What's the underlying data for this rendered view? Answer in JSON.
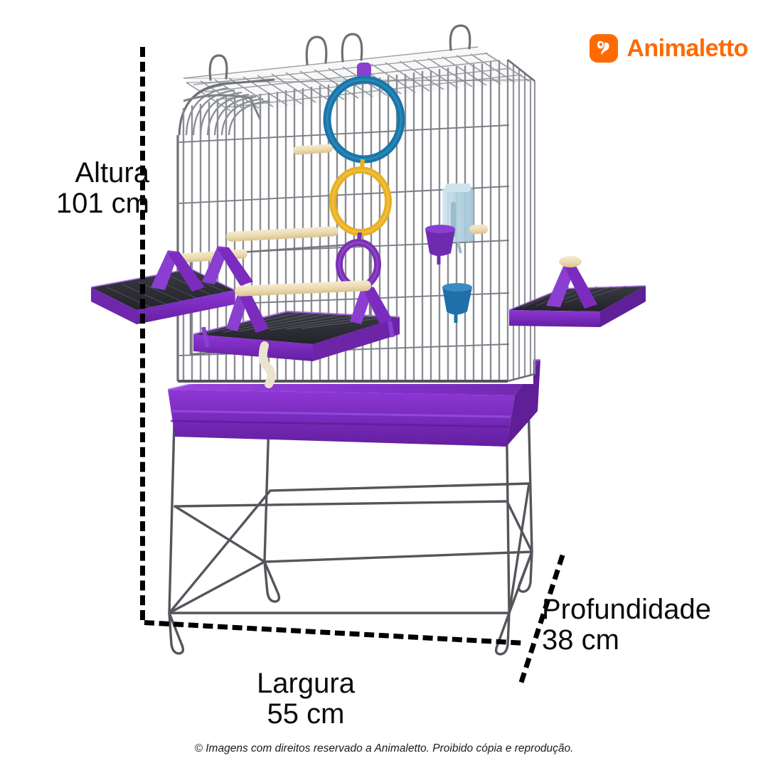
{
  "brand": {
    "name": "Animaletto",
    "mark_icon": "paw-icon",
    "color": "#ff6a00"
  },
  "dimensions": {
    "height": {
      "label": "Altura",
      "value": "101 cm"
    },
    "width": {
      "label": "Largura",
      "value": "55 cm"
    },
    "depth": {
      "label": "Profundidade",
      "value": "38 cm"
    }
  },
  "footer": {
    "text": "© Imagens com direitos reservado a Animaletto. Proibido cópia e reprodução."
  },
  "product": {
    "type": "bird-cage",
    "colors": {
      "wire": "#8a8d92",
      "wire_dark": "#5e6166",
      "tray_purple": "#7b2cbf",
      "accent_purple": "#8a3fd1",
      "grid_dark": "#2f2f36",
      "wood": "#efdcb4",
      "ring_blue": "#1a76a8",
      "ring_yellow": "#e8b024",
      "ring_purple": "#7b2fb5",
      "cup_blue": "#1f6fa8",
      "bottle": "#bcd8e4"
    },
    "parts": [
      "top-handle-loops",
      "mesh-roof",
      "vertical-bars",
      "hanging-ring-blue",
      "hanging-ring-yellow",
      "hanging-ring-purple",
      "water-bottle",
      "feeder-cup-purple",
      "feeder-cup-blue",
      "wooden-perches",
      "left-outer-platform",
      "right-outer-platform",
      "inner-platform",
      "base-tray",
      "wire-stand"
    ]
  }
}
